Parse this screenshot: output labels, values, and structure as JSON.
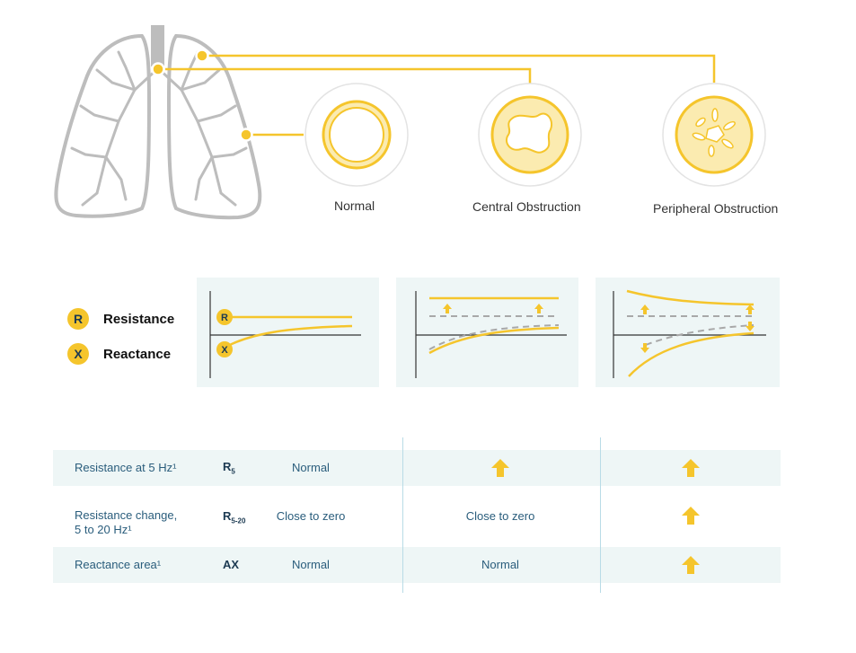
{
  "airways": {
    "normal_label": "Normal",
    "central_label": "Central Obstruction",
    "peripheral_label": "Peripheral Obstruction"
  },
  "legend": {
    "resistance": {
      "symbol": "R",
      "label": "Resistance"
    },
    "reactance": {
      "symbol": "X",
      "label": "Reactance"
    }
  },
  "panel_markers": {
    "r": "R",
    "x": "X"
  },
  "table": {
    "rows": [
      {
        "label": "Resistance at 5 Hz¹",
        "symbol": "R",
        "symbol_sub": "5",
        "normal": "Normal",
        "central": "",
        "peripheral": ""
      },
      {
        "label_line1": "Resistance change,",
        "label_line2": "5 to 20 Hz¹",
        "symbol": "R",
        "symbol_sub": "5-20",
        "normal": "Close to zero",
        "central": "Close to zero",
        "peripheral": ""
      },
      {
        "label": "Reactance area¹",
        "symbol": "AX",
        "normal": "Normal",
        "central": "Normal",
        "peripheral": ""
      }
    ],
    "arrows": {
      "row1_central": "up-arrow-icon",
      "row1_peripheral": "up-arrow-icon",
      "row2_peripheral": "up-arrow-icon",
      "row3_peripheral": "up-arrow-icon"
    }
  },
  "colors": {
    "accent": "#F5C52C",
    "accent_fill": "#FBEBB0",
    "lung_gray": "#bdbdbd",
    "panel_bg": "#eef6f6",
    "dashed": "#a8a8a8",
    "text_blue": "#2a5d7c",
    "symbol_navy": "#1c3a52"
  }
}
